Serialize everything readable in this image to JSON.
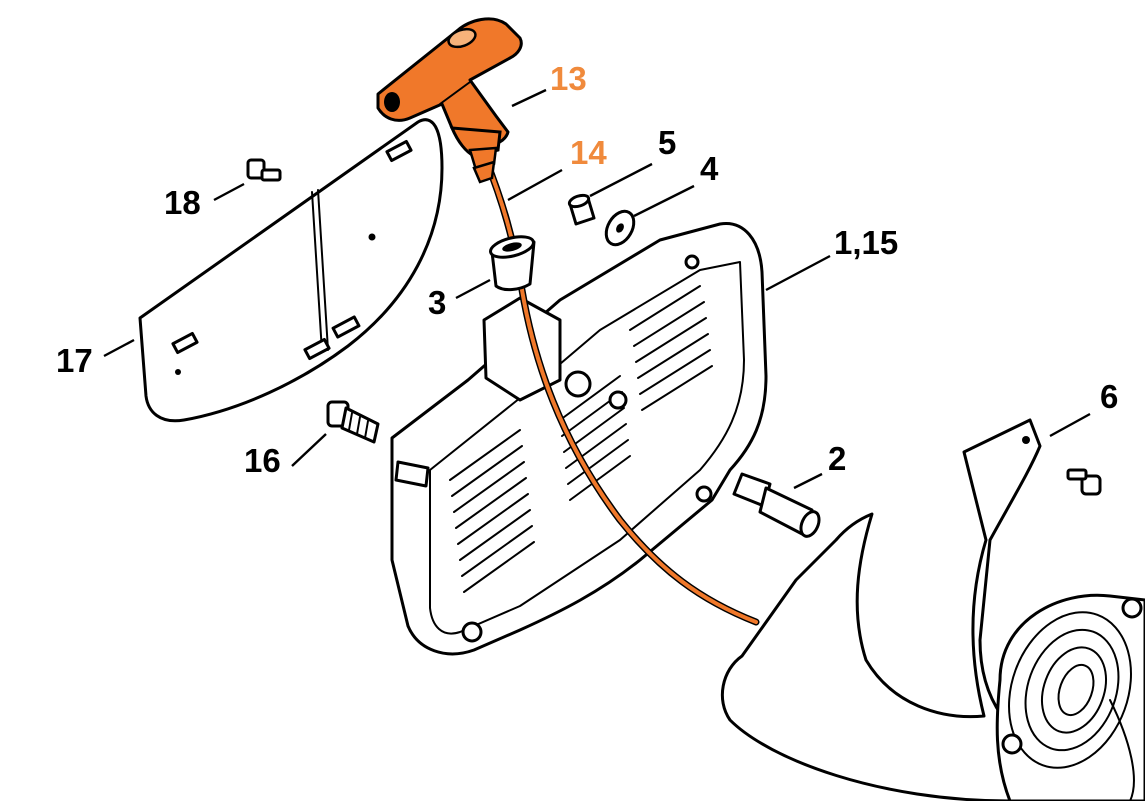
{
  "colors": {
    "highlight": "#f08a3c",
    "handle_fill": "#f0782a",
    "rope": "#f0782a",
    "line": "#000000",
    "background": "#ffffff"
  },
  "labels": [
    {
      "id": "13",
      "text": "13",
      "highlight": true
    },
    {
      "id": "14",
      "text": "14",
      "highlight": true
    },
    {
      "id": "5",
      "text": "5",
      "highlight": false
    },
    {
      "id": "4",
      "text": "4",
      "highlight": false
    },
    {
      "id": "1_15",
      "text": "1,15",
      "highlight": false
    },
    {
      "id": "18",
      "text": "18",
      "highlight": false
    },
    {
      "id": "3",
      "text": "3",
      "highlight": false
    },
    {
      "id": "17",
      "text": "17",
      "highlight": false
    },
    {
      "id": "16",
      "text": "16",
      "highlight": false
    },
    {
      "id": "2",
      "text": "2",
      "highlight": false
    },
    {
      "id": "6",
      "text": "6",
      "highlight": false
    }
  ]
}
